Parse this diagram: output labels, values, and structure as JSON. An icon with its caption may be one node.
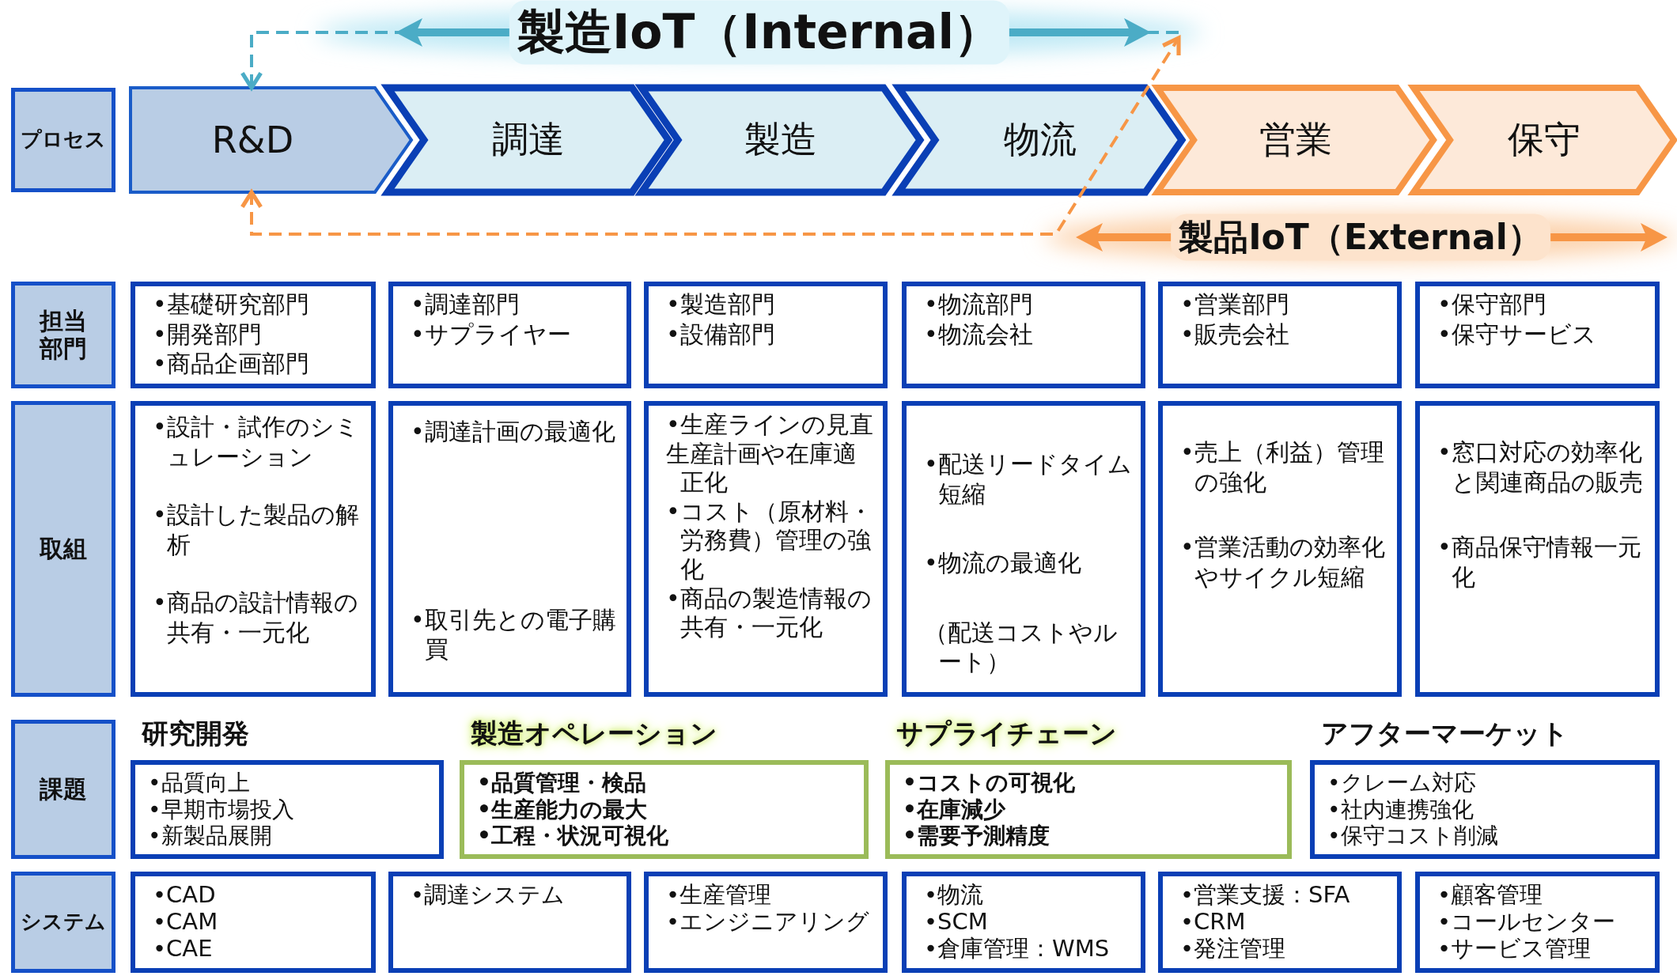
{
  "diagram": {
    "nodes": [
      {
        "text": [
          "プロセス"
        ]
      },
      {
        "text": [
          "R&D"
        ]
      },
      {
        "text": [
          "調達"
        ]
      },
      {
        "text": [
          "製造"
        ]
      },
      {
        "text": [
          "物流"
        ]
      },
      {
        "text": [
          "営業"
        ]
      },
      {
        "text": [
          "保守"
        ]
      },
      {
        "text": [
          "担当部門"
        ]
      },
      {
        "text": [
          "•基礎研究部門",
          "•開発部門",
          "•商品企画部門"
        ]
      },
      {
        "text": [
          "•調達部門",
          "•サプライヤー"
        ]
      },
      {
        "text": [
          "•製造部門",
          "•設備部門"
        ]
      },
      {
        "text": [
          "•物流部門",
          "•物流会社"
        ]
      },
      {
        "text": [
          "•営業部門",
          "•販売会社"
        ]
      },
      {
        "text": [
          "•保守部門",
          "•保守サービス"
        ]
      },
      {
        "text": [
          "取組"
        ]
      },
      {
        "text": [
          "•設計・試作のシミュレーション",
          "•設計した製品の解析",
          "•商品の設計情報の共有・一元化"
        ]
      },
      {
        "text": [
          "•調達計画の最適化",
          "•取引先との電子購買"
        ]
      },
      {
        "text": [
          "•生産ラインの見直",
          "生産計画や在庫適正化",
          "•コスト（原材料・労務費）管理の強化",
          "•商品の製造情報の共有・一元化"
        ]
      },
      {
        "text": [
          "•配送リードタイム短縮",
          "•物流の最適化",
          "（配送コストやルート）"
        ]
      },
      {
        "text": [
          "•売上（利益）管理の強化",
          "•営業活動の効率化やサイクル短縮"
        ]
      },
      {
        "text": [
          "•窓口対応の効率化と関連商品の販売",
          "•商品保守情報一元化"
        ]
      },
      {
        "text": [
          "課題"
        ]
      },
      {
        "text": [
          "研究開発",
          "•品質向上",
          "•早期市場投入",
          "•新製品展開"
        ]
      },
      {
        "text": [
          "製造オペレーション",
          "•品質管理・検品",
          "•生産能力の最大",
          "•工程・状況可視化"
        ]
      },
      {
        "text": [
          "サプライチェーン",
          "•コストの可視化",
          "•在庫減少",
          "•需要予測精度"
        ]
      },
      {
        "text": [
          "アフターマーケット",
          "•クレーム対応",
          "•社内連携強化",
          "•保守コスト削減"
        ]
      },
      {
        "text": [
          "システム"
        ]
      },
      {
        "text": [
          "•CAD",
          "•CAM",
          "•CAE"
        ]
      },
      {
        "text": [
          "•調達システム"
        ]
      },
      {
        "text": [
          "•生産管理",
          "•エンジニアリング"
        ]
      },
      {
        "text": [
          "•物流",
          "•SCM",
          "•倉庫管理：WMS"
        ]
      },
      {
        "text": [
          "•営業支援：SFA",
          "•CRM",
          "•発注管理"
        ]
      },
      {
        "text": [
          "•顧客管理",
          "•コールセンター",
          "•サービス管理"
        ]
      }
    ],
    "edges": [
      {
        "from": null,
        "to": 1,
        "arrow": "to",
        "style": "dashed",
        "color": "#4bacc6"
      },
      {
        "from": 1,
        "to": null,
        "arrow": "both",
        "style": "dashed",
        "color": "#f79646"
      }
    ],
    "labels": [
      "製造IoT（Internal）",
      "製品IoT（External）"
    ]
  }
}
